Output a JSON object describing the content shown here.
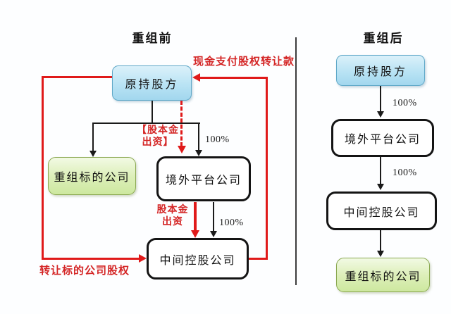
{
  "colors": {
    "background": "#fdfeff",
    "red_line": "#e01a1a",
    "red_text": "#d42626",
    "blue_node_fill": "#aedff2",
    "blue_node_border": "#5fa8c8",
    "green_node_fill": "#d3eaa6",
    "green_node_border": "#8aa850",
    "black_node_border": "#141414"
  },
  "before": {
    "title": "重组前",
    "nodes": {
      "original_shareholder": "原持股方",
      "target_company": "重组标的公司",
      "offshore_platform": "境外平台公司",
      "intermediate_holding": "中间控股公司"
    },
    "edges": {
      "cash_payment_label": "现金支付股权转让款",
      "capital_injection_bracket_line1": "【股本金",
      "capital_injection_bracket_line2": "出资】",
      "offshore_ownership_pct": "100%",
      "capital_injection_line1": "股本金",
      "capital_injection_line2": "出资",
      "intermediate_ownership_pct": "100%",
      "equity_transfer_label": "转让标的公司股权"
    }
  },
  "after": {
    "title": "重组后",
    "nodes": {
      "original_shareholder": "原持股方",
      "offshore_platform": "境外平台公司",
      "intermediate_holding": "中间控股公司",
      "target_company": "重组标的公司"
    },
    "edges": {
      "offshore_ownership_pct": "100%",
      "intermediate_ownership_pct": "100%"
    }
  }
}
